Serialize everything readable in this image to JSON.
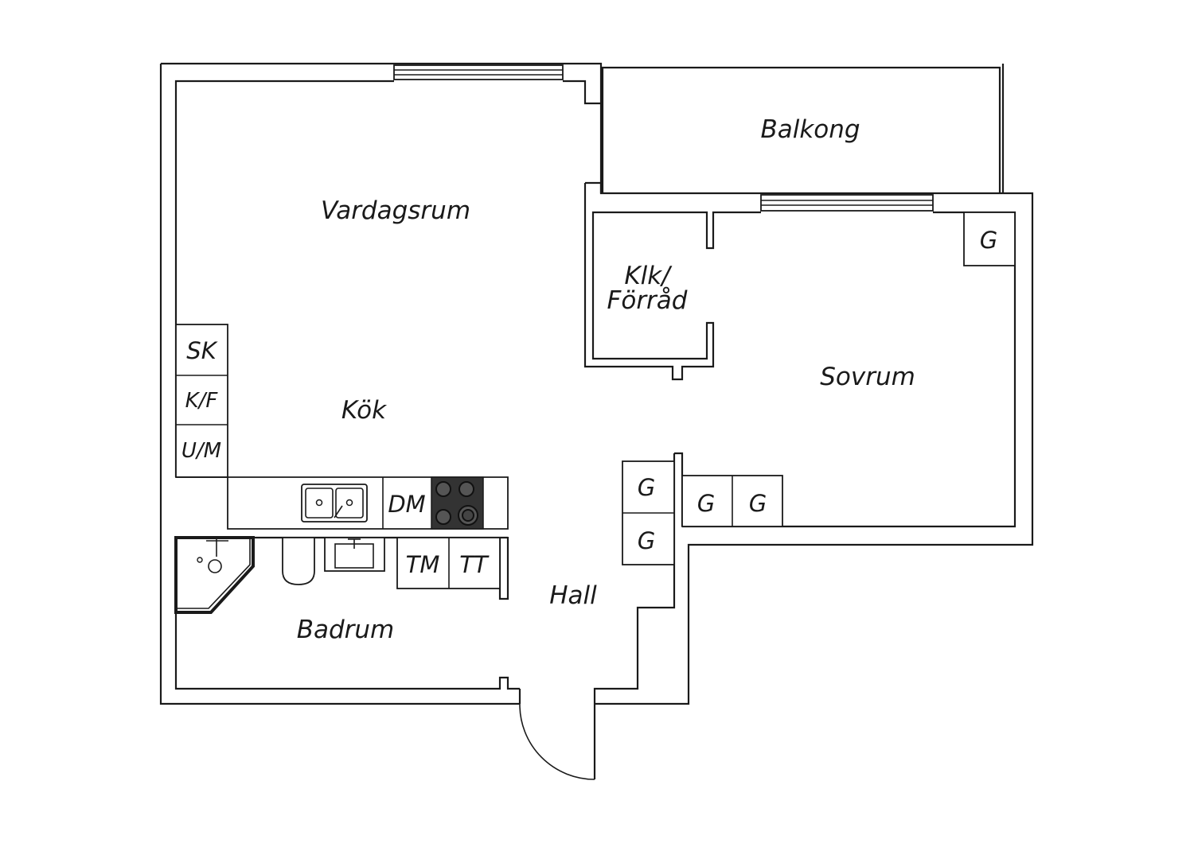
{
  "rooms": {
    "vardagsrum": "Vardagsrum",
    "balkong": "Balkong",
    "klk_line1": "Klk/",
    "klk_line2": "Förråd",
    "sovrum": "Sovrum",
    "kok": "Kök",
    "hall": "Hall",
    "badrum": "Badrum"
  },
  "fixtures": {
    "sk": "SK",
    "kf": "K/F",
    "um": "U/M",
    "dm": "DM",
    "tm": "TM",
    "tt": "TT",
    "g": "G"
  },
  "colors": {
    "line": "#1a1a1a",
    "stove": "#333333",
    "background": "#ffffff"
  }
}
